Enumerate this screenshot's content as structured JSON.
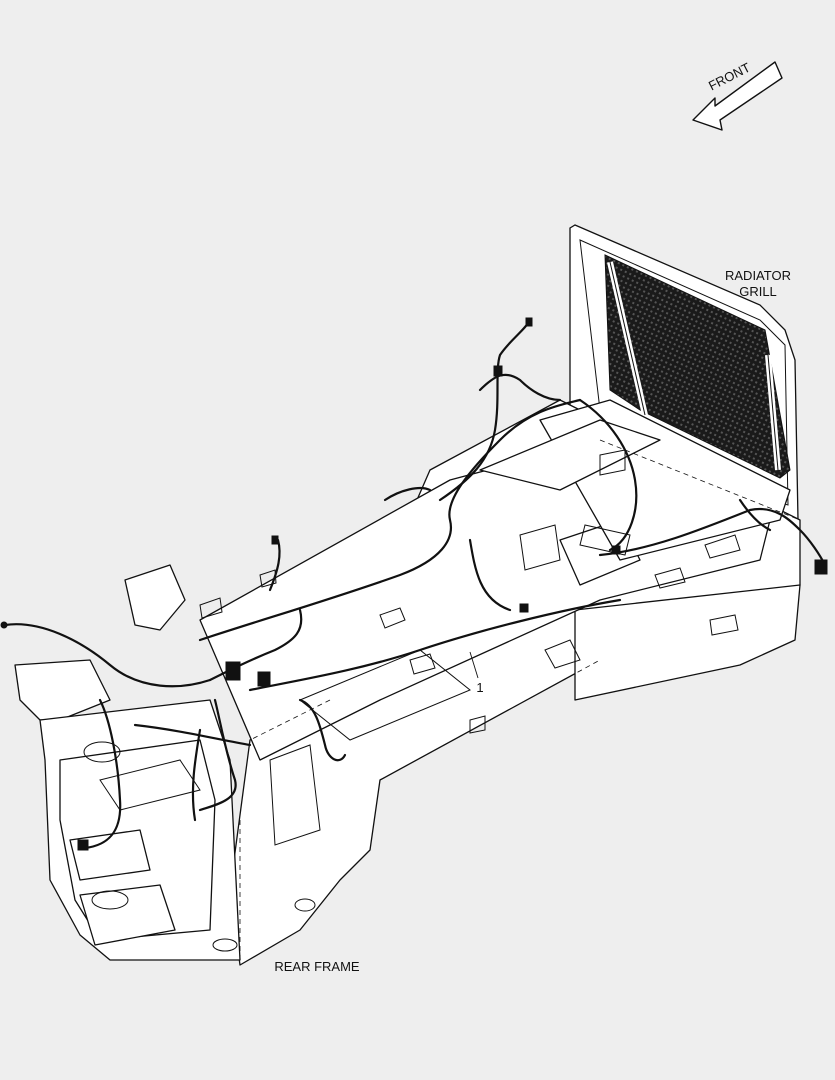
{
  "labels": {
    "front": "FRONT",
    "radiator_line1": "RADIATOR",
    "radiator_line2": "GRILL",
    "rear_frame": "REAR FRAME",
    "callout_1": "1"
  },
  "colors": {
    "background": "#eeeeee",
    "line": "#111111",
    "fill": "#ffffff",
    "grill": "#1a1a1a"
  },
  "icons": [
    "front-arrow-icon"
  ]
}
